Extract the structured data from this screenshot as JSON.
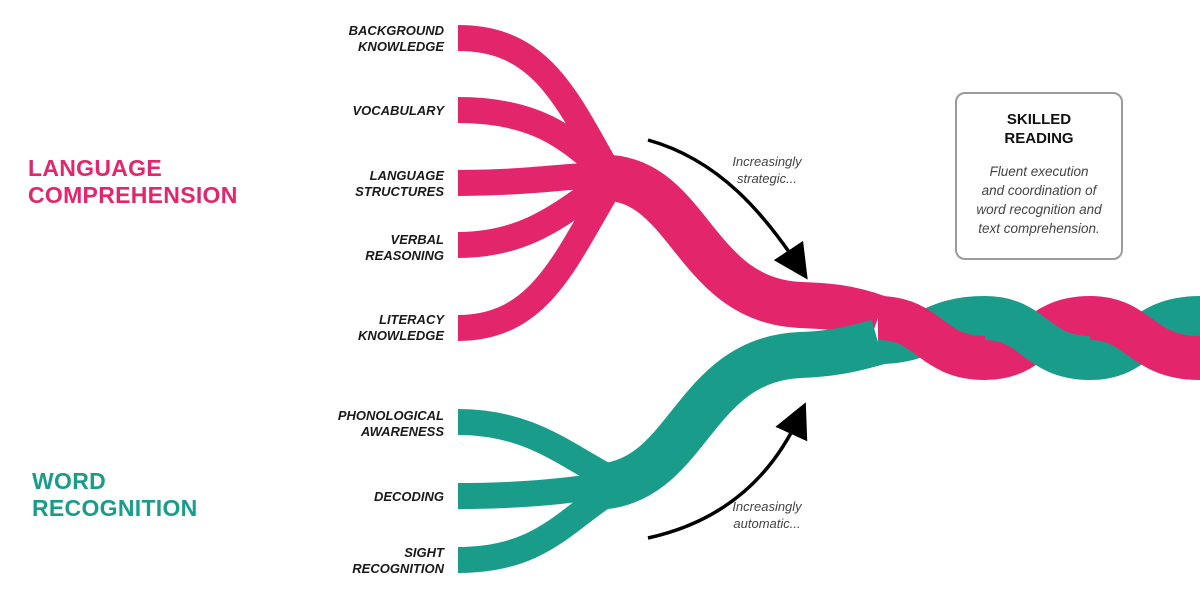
{
  "colors": {
    "language": "#E3266C",
    "word": "#1A9C8B",
    "arrow": "#000000",
    "box_border": "#9A9A9A"
  },
  "language_comprehension": {
    "title": "LANGUAGE\nCOMPREHENSION",
    "strands": [
      "BACKGROUND\nKNOWLEDGE",
      "VOCABULARY",
      "LANGUAGE\nSTRUCTURES",
      "VERBAL\nREASONING",
      "LITERACY\nKNOWLEDGE"
    ]
  },
  "word_recognition": {
    "title": "WORD\nRECOGNITION",
    "strands": [
      "PHONOLOGICAL\nAWARENESS",
      "DECODING",
      "SIGHT\nRECOGNITION"
    ]
  },
  "arrows": {
    "top_note": "Increasingly\nstrategic...",
    "bottom_note": "Increasingly\nautomatic..."
  },
  "skilled_reading": {
    "title": "SKILLED\nREADING",
    "description": "Fluent execution\nand coordination of\nword recognition and\ntext comprehension."
  }
}
